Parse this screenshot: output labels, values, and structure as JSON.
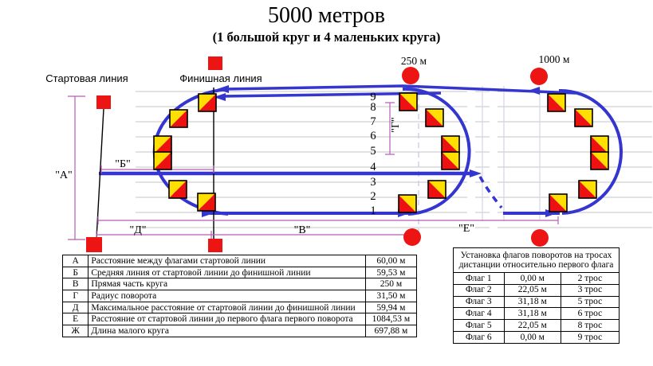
{
  "title": "5000 метров",
  "subtitle": "(1 большой круг и 4 маленьких круга)",
  "colors": {
    "track_blue": "#3535cf",
    "marker_red": "#ed1414",
    "flag_yellow": "#ffdf00",
    "flag_red": "#ee1111",
    "dimension_purple": "#b55cb5",
    "grid_gray": "#c6c6c6"
  },
  "diagram": {
    "start_line_label": "Стартовая линия",
    "finish_line_label": "Финишная линия",
    "marker_250_label": "250 м",
    "marker_1000_label": "1000 м",
    "dim_a_label": "\"А\"",
    "dim_b_label": "\"Б\"",
    "dim_v_label": "\"В\"",
    "dim_g_label": "\"Г\"",
    "dim_d_label": "\"Д\"",
    "dim_e_label": "\"Е\"",
    "lane_numbers": [
      "1",
      "2",
      "3",
      "4",
      "5",
      "6",
      "7",
      "8",
      "9"
    ]
  },
  "measurement_table": {
    "rows": [
      {
        "letter": "А",
        "description": "Расстояние между флагами стартовой линии",
        "value": "60,00 м"
      },
      {
        "letter": "Б",
        "description": "Средняя линия от стартовой линии до финишной линии",
        "value": "59,53 м"
      },
      {
        "letter": "В",
        "description": "Прямая часть круга",
        "value": "250 м"
      },
      {
        "letter": "Г",
        "description": "Радиус поворота",
        "value": "31,50 м"
      },
      {
        "letter": "Д",
        "description": "Максимальное расстояние от стартовой линии до финишной линии",
        "value": "59,94 м"
      },
      {
        "letter": "Е",
        "description": "Расстояние от стартовой линии до первого флага первого поворота",
        "value": "1084,53 м"
      },
      {
        "letter": "Ж",
        "description": "Длина малого круга",
        "value": "697,88 м"
      }
    ]
  },
  "flag_table": {
    "header": "Установка флагов поворотов на тросах дистанции относительно первого флага",
    "rows": [
      {
        "flag": "Флаг 1",
        "offset": "0,00 м",
        "cable": "2 трос"
      },
      {
        "flag": "Флаг 2",
        "offset": "22,05 м",
        "cable": "3 трос"
      },
      {
        "flag": "Флаг 3",
        "offset": "31,18 м",
        "cable": "5 трос"
      },
      {
        "flag": "Флаг 4",
        "offset": "31,18 м",
        "cable": "6 трос"
      },
      {
        "flag": "Флаг 5",
        "offset": "22,05 м",
        "cable": "8 трос"
      },
      {
        "flag": "Флаг 6",
        "offset": "0,00 м",
        "cable": "9 трос"
      }
    ]
  }
}
